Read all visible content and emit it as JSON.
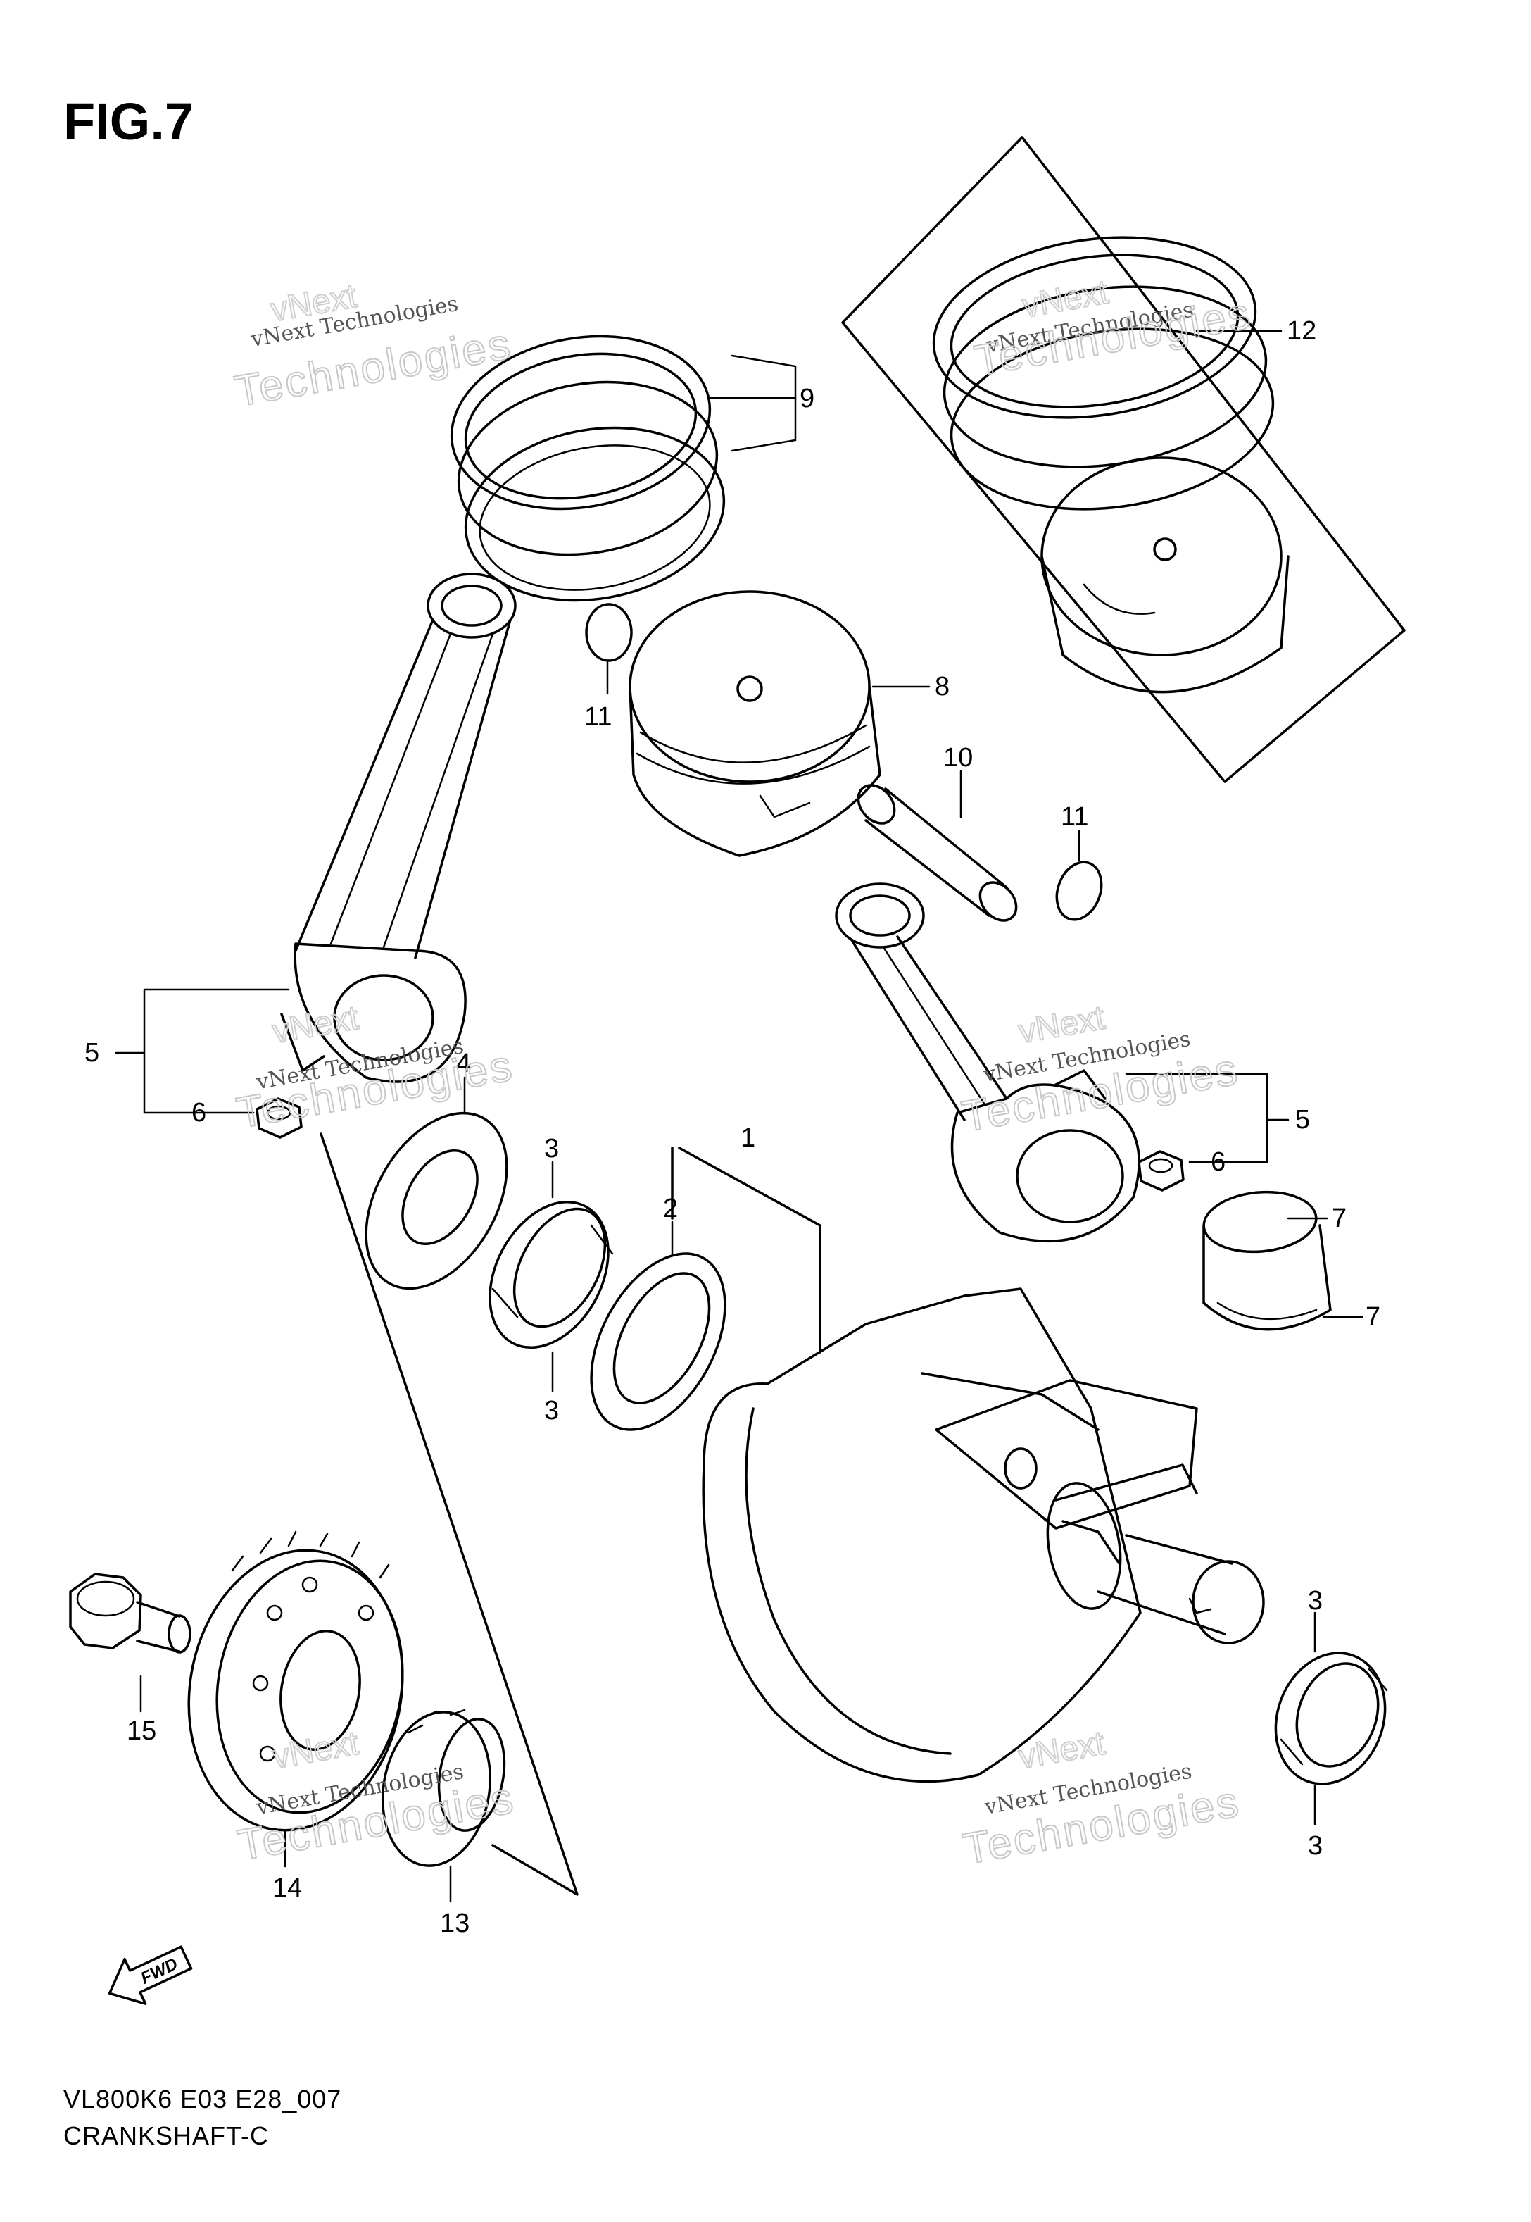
{
  "figure": {
    "title": "FIG.7"
  },
  "footer": {
    "model_code": "VL800K6 E03 E28_007",
    "section": "CRANKSHAFT-C"
  },
  "watermark": {
    "line1": "vNext Technologies",
    "line2": "Technologies",
    "line3": "vNext"
  },
  "fwd_label": "FWD",
  "callouts": {
    "c1": "1",
    "c2": "2",
    "c3a": "3",
    "c3b": "3",
    "c3c": "3",
    "c3d": "3",
    "c4": "4",
    "c5a": "5",
    "c5b": "5",
    "c6a": "6",
    "c6b": "6",
    "c7a": "7",
    "c7b": "7",
    "c8": "8",
    "c9": "9",
    "c10": "10",
    "c11a": "11",
    "c11b": "11",
    "c12": "12",
    "c13": "13",
    "c14": "14",
    "c15": "15"
  }
}
